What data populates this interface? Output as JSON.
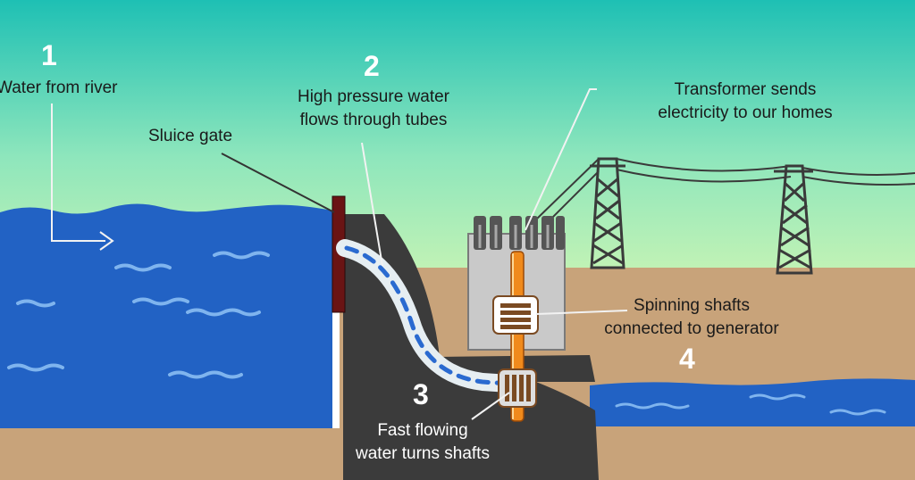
{
  "labels": {
    "water_from_river": "Water from river",
    "sluice_gate": "Sluice gate",
    "high_pressure_line1": "High pressure water",
    "high_pressure_line2": "flows through tubes",
    "transformer_line1": "Transformer sends",
    "transformer_line2": "electricity to our homes",
    "spinning_line1": "Spinning shafts",
    "spinning_line2": "connected to generator",
    "fast_flowing_line1": "Fast flowing",
    "fast_flowing_line2": "water turns shafts"
  },
  "steps": [
    "1",
    "2",
    "3",
    "4"
  ],
  "colors": {
    "sky_top": "#1ec0b4",
    "sky_bottom": "#b8f0b0",
    "water": "#2262c4",
    "ground": "#c8a37a",
    "dam": "#3b3b3b",
    "sluice_gate": "#6a1414",
    "shaft": "#f08a1c"
  }
}
